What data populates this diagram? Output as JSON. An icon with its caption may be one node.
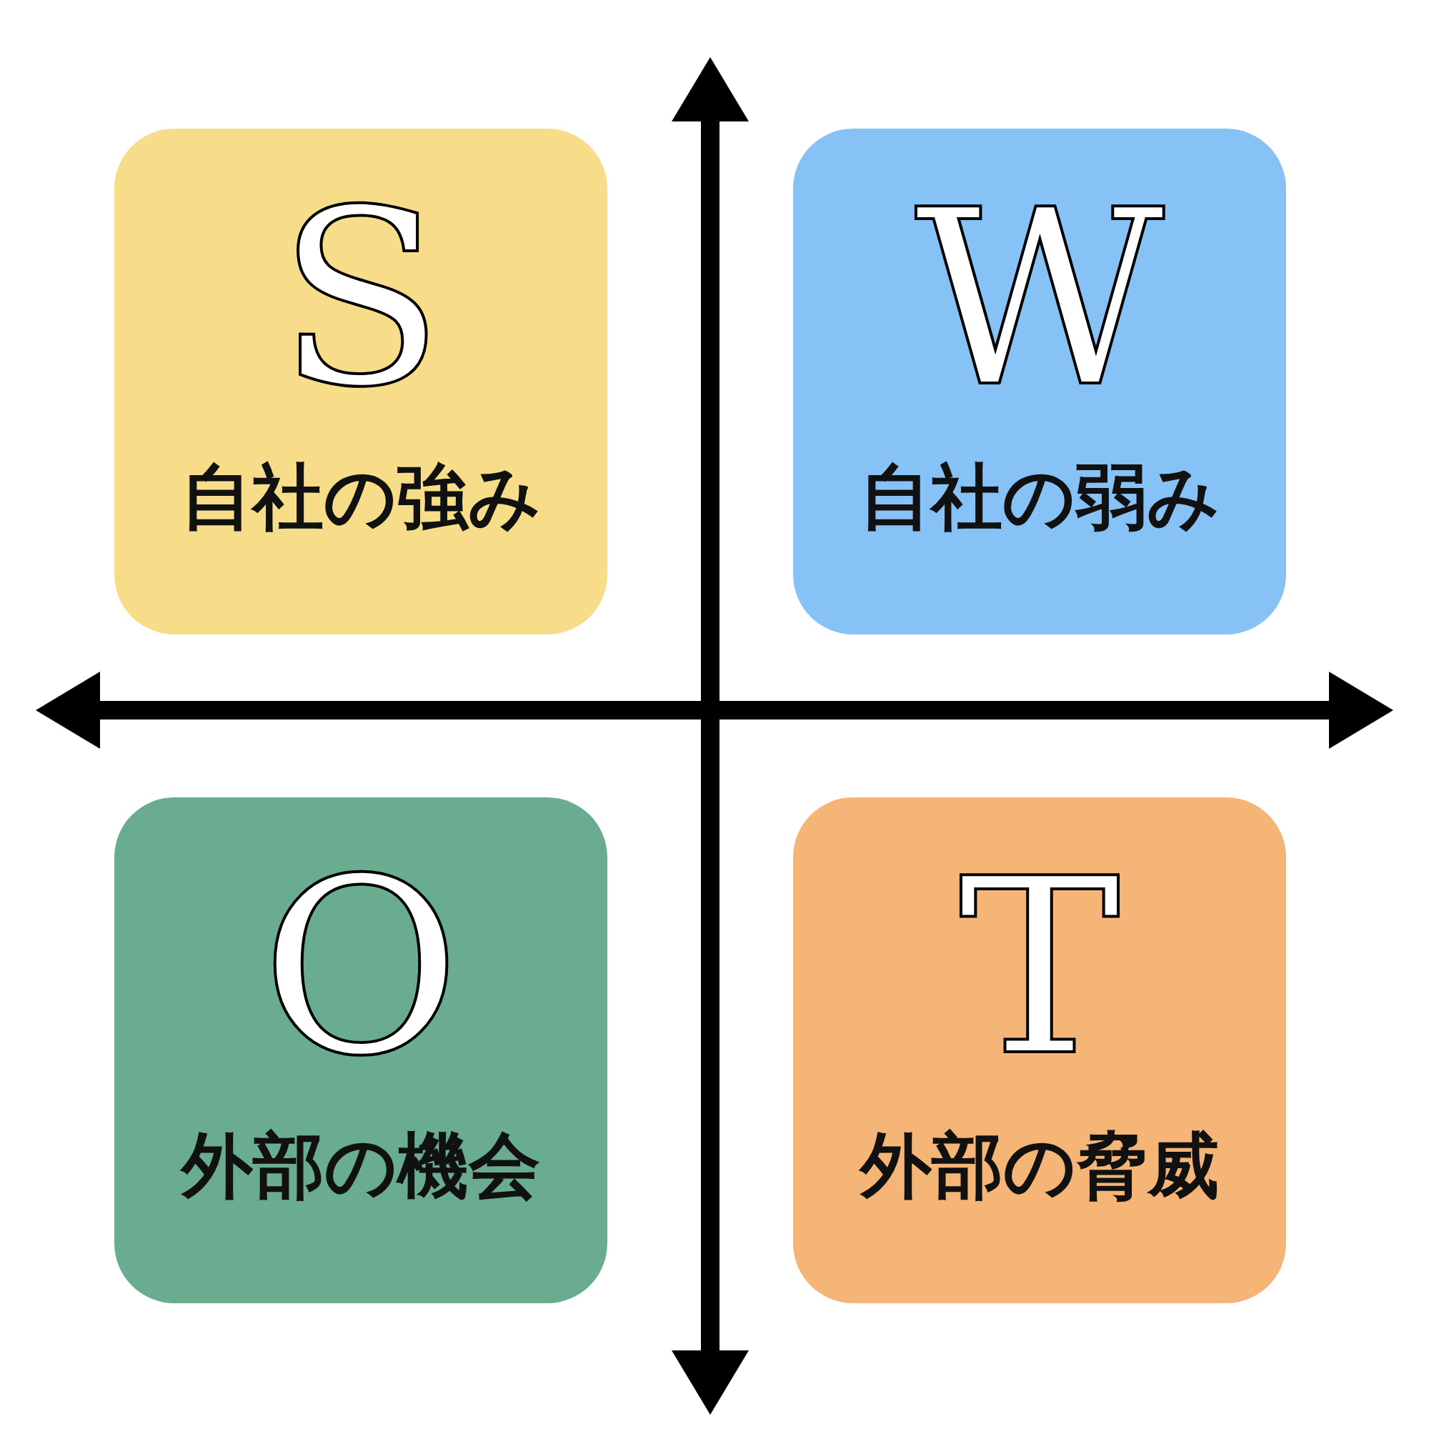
{
  "diagram": {
    "nodes": [
      {
        "text": [
          "S",
          "自社の強み"
        ]
      },
      {
        "text": [
          "W",
          "自社の弱み"
        ]
      },
      {
        "text": [
          "O",
          "外部の機会"
        ]
      },
      {
        "text": [
          "T",
          "外部の脅威"
        ]
      }
    ]
  }
}
